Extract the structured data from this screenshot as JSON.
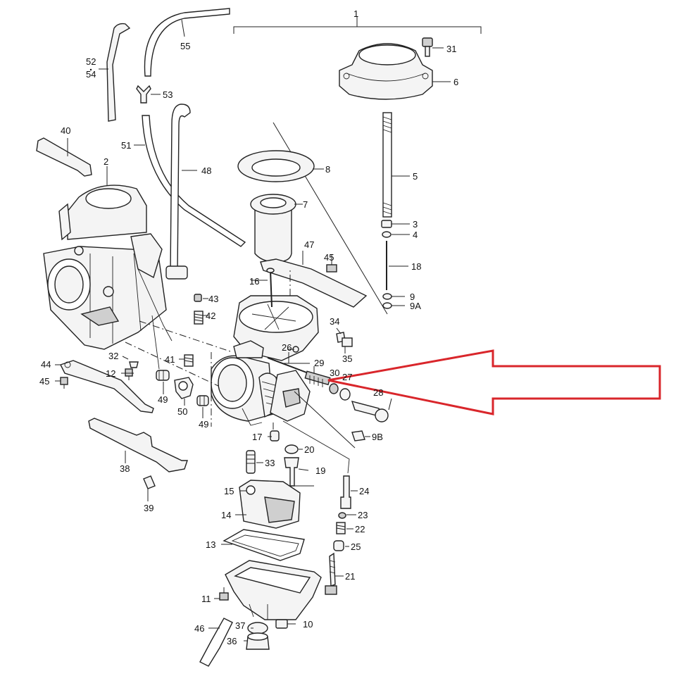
{
  "callout_numbers": [
    "1",
    "2",
    "3",
    "4",
    "5",
    "6",
    "7",
    "8",
    "9",
    "9A",
    "9B",
    "10",
    "11",
    "12",
    "13",
    "14",
    "15",
    "16",
    "17",
    "18",
    "19",
    "20",
    "21",
    "22",
    "23",
    "24",
    "25",
    "26",
    "27",
    "28",
    "29",
    "30",
    "31",
    "32",
    "33",
    "34",
    "35",
    "36",
    "37",
    "38",
    "39",
    "40",
    "41",
    "42",
    "43",
    "44",
    "45",
    "45",
    "46",
    "47",
    "48",
    "49",
    "49",
    "50",
    "51",
    "52",
    "54",
    "53",
    "55"
  ],
  "highlight": {
    "color": "#d9262b",
    "meaning": "arrow pointing to part 30"
  }
}
